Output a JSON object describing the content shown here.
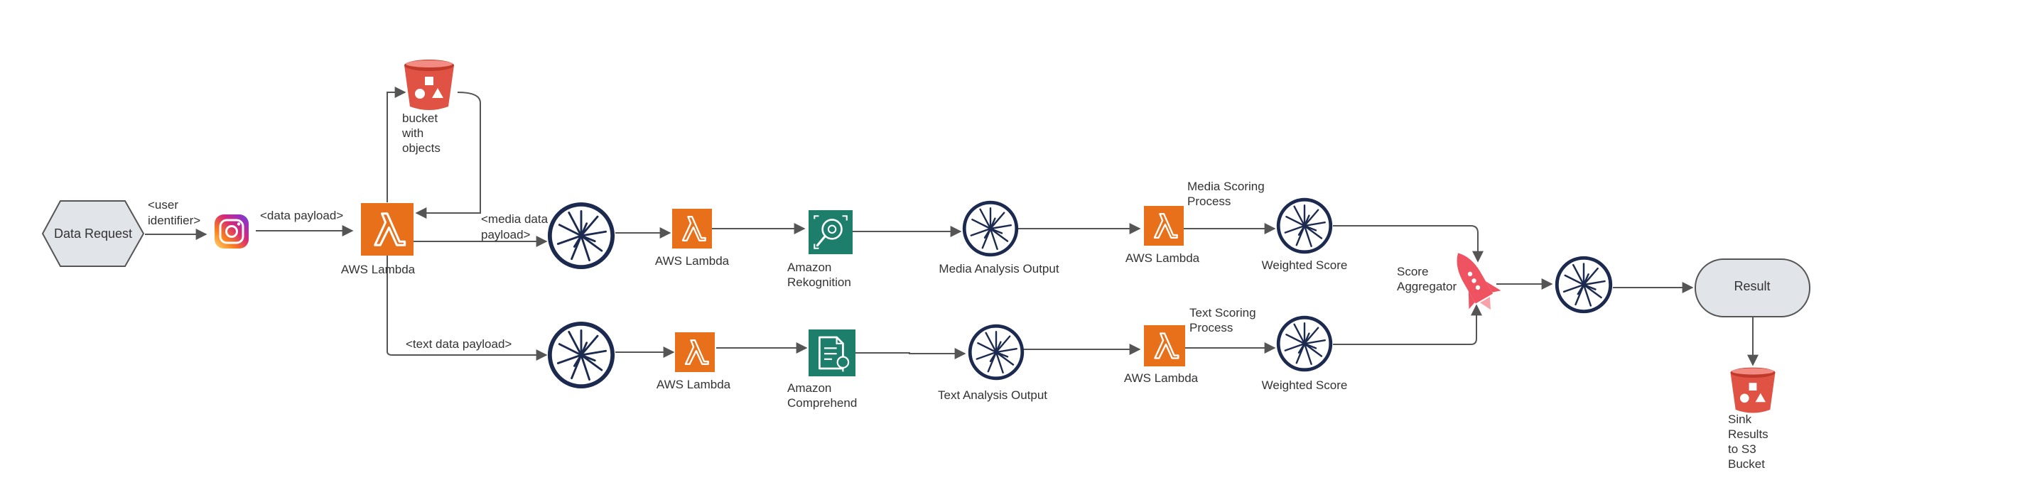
{
  "nodes": {
    "data_request": "Data Request",
    "result": "Result"
  },
  "labels": {
    "lambda_1": "AWS Lambda",
    "bucket_1": [
      "bucket",
      "with",
      "objects"
    ],
    "lambda_media": "AWS Lambda",
    "rekognition": [
      "Amazon",
      "Rekognition"
    ],
    "media_output": "Media Analysis Output",
    "lambda_media_scoring": "AWS Lambda",
    "media_scoring_process": [
      "Media Scoring",
      "Process"
    ],
    "weighted_score_1": "Weighted Score",
    "score_aggregator": [
      "Score",
      "Aggregator"
    ],
    "lambda_text": "AWS Lambda",
    "comprehend": [
      "Amazon",
      "Comprehend"
    ],
    "text_output": "Text Analysis Output",
    "lambda_text_scoring": "AWS Lambda",
    "text_scoring_process": [
      "Text Scoring",
      "Process"
    ],
    "weighted_score_2": "Weighted Score",
    "sink": [
      "Sink",
      "Results",
      "to S3",
      "Bucket"
    ]
  },
  "edge_labels": {
    "user_identifier": [
      "<user",
      "identifier>"
    ],
    "data_payload": "<data payload>",
    "media_data_payload": [
      "<media data",
      "payload>"
    ],
    "text_data_payload": "<text data payload>"
  },
  "colors": {
    "lambda_orange": "#E8701A",
    "bucket_red": "#E05243",
    "ml_green": "#1D7F6B",
    "kafka_navy": "#1B2A4E",
    "rocket_red": "#EF5361",
    "node_gray": "#E1E4E8"
  },
  "icons": {
    "lambda": "lambda-icon",
    "bucket": "s3-bucket-icon",
    "instagram": "instagram-icon",
    "stream": "kafka-stream-icon",
    "rekognition": "rekognition-icon",
    "comprehend": "comprehend-icon",
    "rocket": "rocket-icon"
  }
}
